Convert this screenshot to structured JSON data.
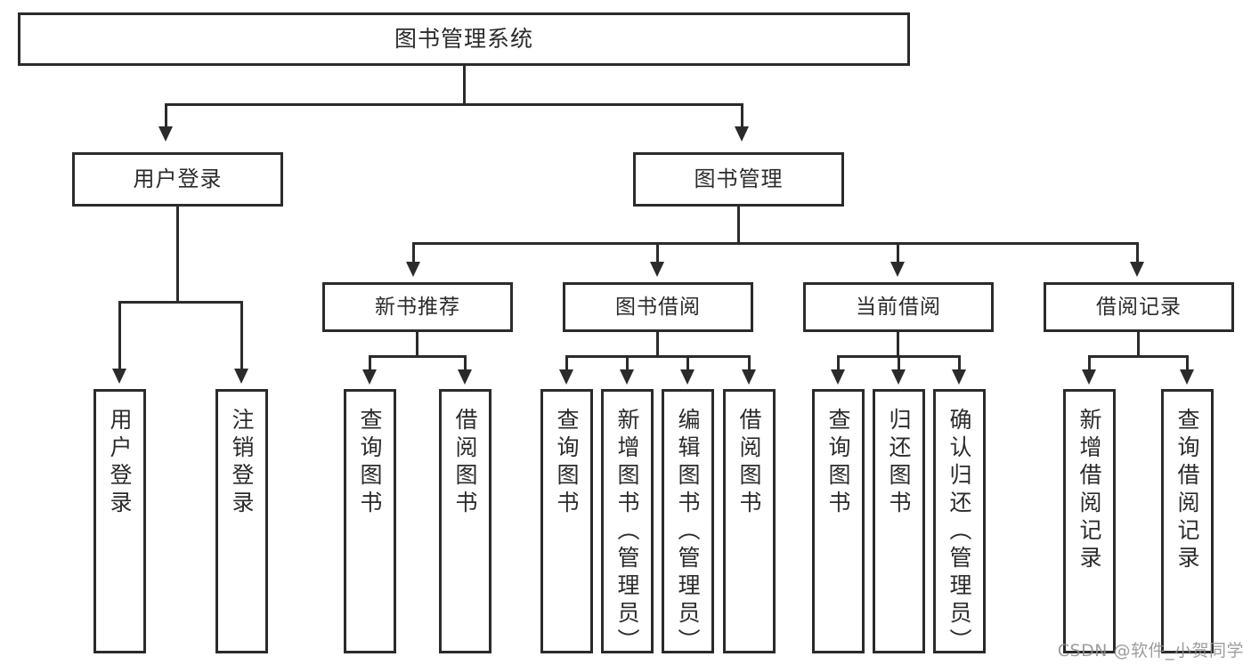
{
  "diagram": {
    "type": "tree",
    "title": "图书管理系统",
    "root": {
      "label": "图书管理系统"
    },
    "level2": [
      {
        "label": "用户登录"
      },
      {
        "label": "图书管理"
      }
    ],
    "level3": [
      {
        "label": "新书推荐"
      },
      {
        "label": "图书借阅"
      },
      {
        "label": "当前借阅"
      },
      {
        "label": "借阅记录"
      }
    ],
    "leaves": {
      "user_login": [
        {
          "label": "用户登录"
        },
        {
          "label": "注销登录"
        }
      ],
      "new_book_recommend": [
        {
          "label": "查询图书"
        },
        {
          "label": "借阅图书"
        }
      ],
      "book_borrow": [
        {
          "label": "查询图书"
        },
        {
          "label": "新增图书（管理员）"
        },
        {
          "label": "编辑图书（管理员）"
        },
        {
          "label": "借阅图书"
        }
      ],
      "current_borrow": [
        {
          "label": "查询图书"
        },
        {
          "label": "归还图书"
        },
        {
          "label": "确认归还（管理员）"
        }
      ],
      "borrow_record": [
        {
          "label": "新增借阅记录"
        },
        {
          "label": "查询借阅记录"
        }
      ]
    }
  },
  "watermark": {
    "text": "CSDN @软件_小贺同学"
  },
  "colors": {
    "stroke": "#2b2b2b",
    "background": "#ffffff",
    "text": "#2b2b2b",
    "watermark": "#8d8d8d"
  }
}
